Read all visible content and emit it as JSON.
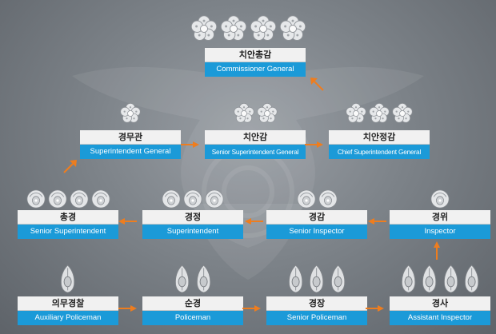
{
  "colors": {
    "accent_blue": "#1b9ad8",
    "arrow_orange": "#ee7d1e",
    "label_bg": "#f1f1f1",
    "background": "#7d8389"
  },
  "ranks": {
    "commissioner_general": {
      "kr": "치안총감",
      "en": "Commissioner General",
      "insignia": "blossom",
      "count": 4
    },
    "superintendent_general": {
      "kr": "경무관",
      "en": "Superintendent General",
      "insignia": "blossom",
      "count": 1
    },
    "senior_superintendent_general": {
      "kr": "치안감",
      "en": "Senior Superintendent General",
      "insignia": "blossom",
      "count": 2
    },
    "chief_superintendent_general": {
      "kr": "치안정감",
      "en": "Chief Superintendent General",
      "insignia": "blossom",
      "count": 3
    },
    "senior_superintendent": {
      "kr": "총경",
      "en": "Senior Superintendent",
      "insignia": "flower-bud",
      "count": 4
    },
    "superintendent": {
      "kr": "경정",
      "en": "Superintendent",
      "insignia": "flower-bud",
      "count": 3
    },
    "senior_inspector": {
      "kr": "경감",
      "en": "Senior Inspector",
      "insignia": "flower-bud",
      "count": 2
    },
    "inspector": {
      "kr": "경위",
      "en": "Inspector",
      "insignia": "flower-bud",
      "count": 1
    },
    "auxiliary_policeman": {
      "kr": "의무경찰",
      "en": "Auxiliary Policeman",
      "insignia": "leaf",
      "count": 1
    },
    "policeman": {
      "kr": "순경",
      "en": "Policeman",
      "insignia": "leaf",
      "count": 2
    },
    "senior_policeman": {
      "kr": "경장",
      "en": "Senior Policeman",
      "insignia": "leaf",
      "count": 3
    },
    "assistant_inspector": {
      "kr": "경사",
      "en": "Assistant Inspector",
      "insignia": "leaf",
      "count": 4
    }
  }
}
